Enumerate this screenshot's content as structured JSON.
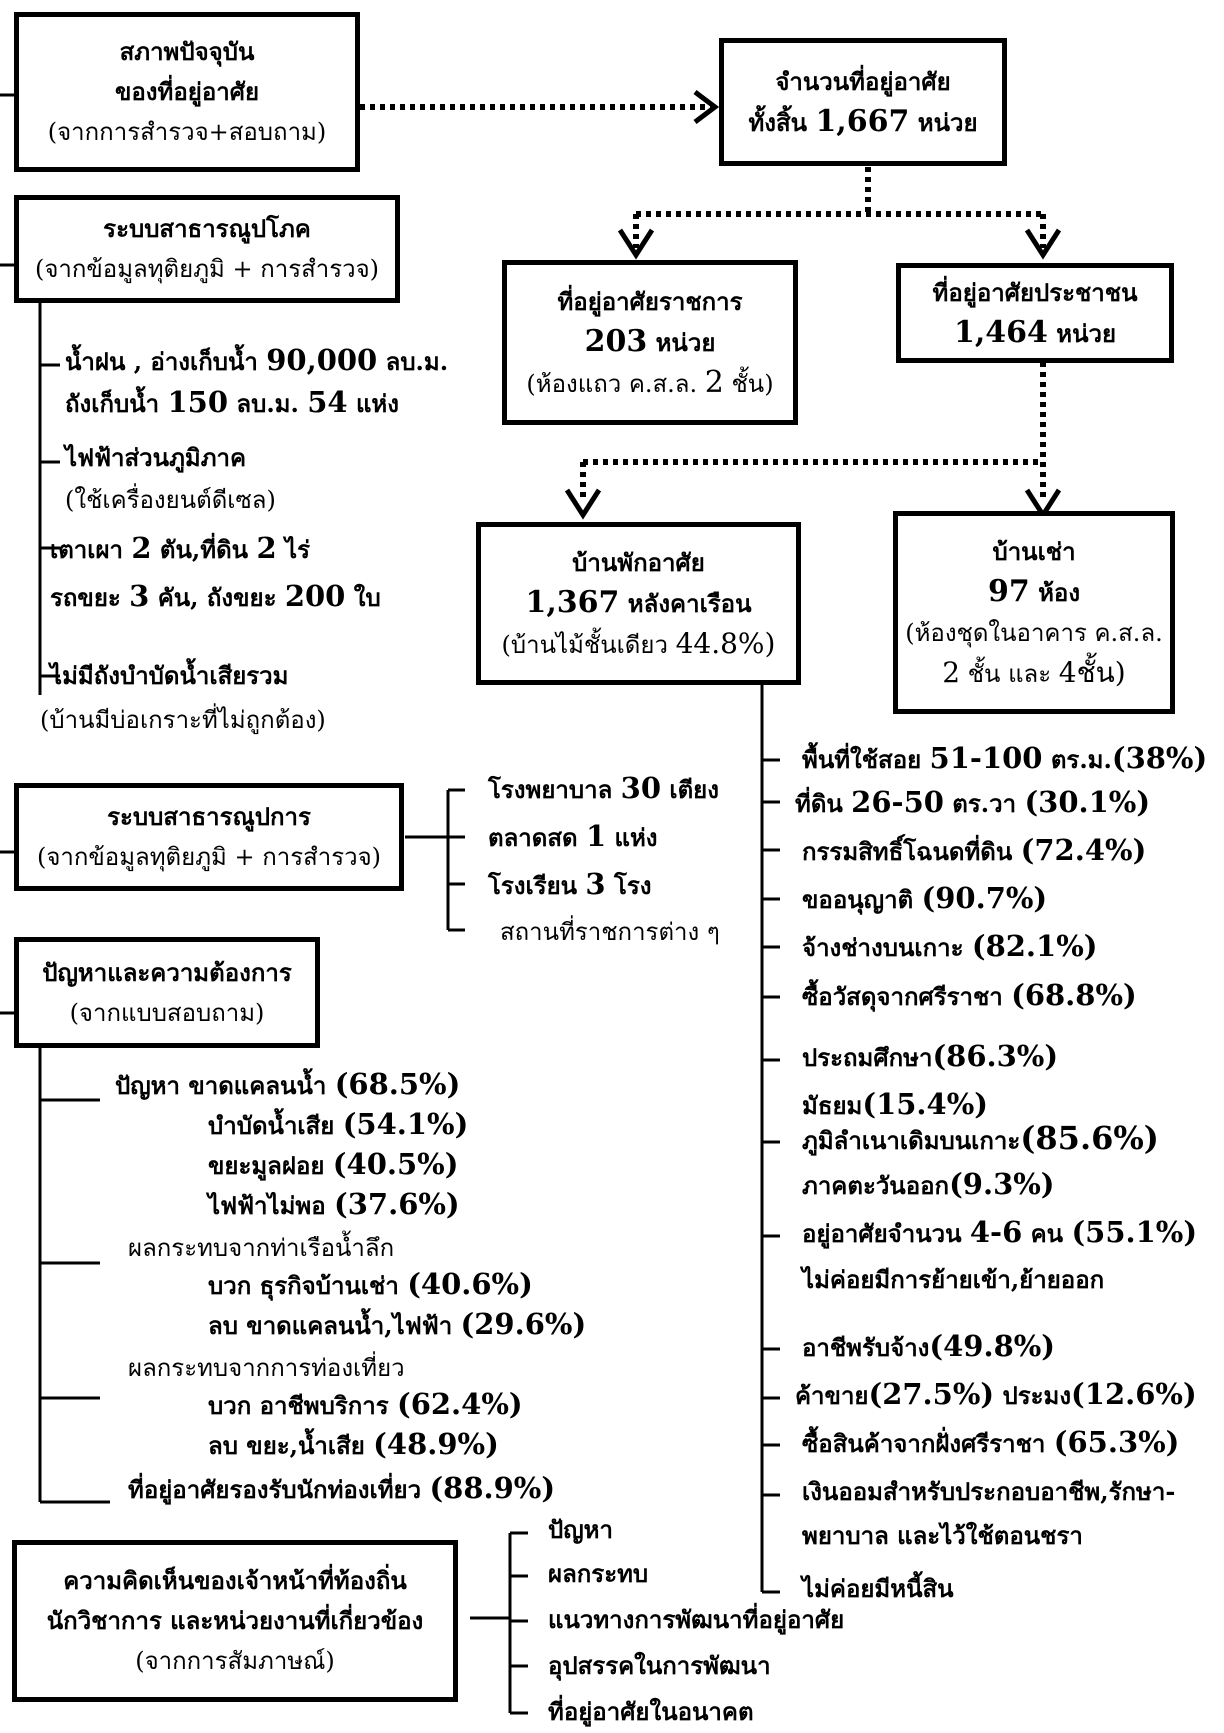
{
  "boxes": {
    "current": {
      "l1": "สภาพปัจจุบัน",
      "l2": "ของที่อยู่อาศัย",
      "l3": "(จากการสำรวจ+สอบถาม)"
    },
    "total": {
      "l1": "จำนวนที่อยู่อาศัย",
      "l2a": "ทั้งสิ้น",
      "l2b": "1,667",
      "l2c": "หน่วย"
    },
    "utilities": {
      "l1": "ระบบสาธารณูปโภค",
      "l2": "(จากข้อมูลทุติยภูมิ + การสำรวจ)"
    },
    "gov": {
      "l1": "ที่อยู่อาศัยราชการ",
      "l2a": "203",
      "l2b": "หน่วย",
      "l3a": "(ห้องแถว ค.ส.ล.",
      "l3b": "2",
      "l3c": "ชั้น)"
    },
    "people": {
      "l1": "ที่อยู่อาศัยประชาชน",
      "l2a": "1,464",
      "l2b": "หน่วย"
    },
    "resid": {
      "l1": "บ้านพักอาศัย",
      "l2a": "1,367",
      "l2b": "หลังคาเรือน",
      "l3a": "(บ้านไม้ชั้นเดียว",
      "l3b": "44.8%)"
    },
    "rent": {
      "l1": "บ้านเช่า",
      "l2a": "97",
      "l2b": "ห้อง",
      "l3": "(ห้องชุดในอาคาร ค.ส.ล.",
      "l4a": "2",
      "l4b": "ชั้น และ",
      "l4c": "4ชั้น)"
    },
    "facilities": {
      "l1": "ระบบสาธารณูปการ",
      "l2": "(จากข้อมูลทุติยภูมิ + การสำรวจ)"
    },
    "problems": {
      "l1": "ปัญหาและความต้องการ",
      "l2": "(จากแบบสอบถาม)"
    },
    "opinion": {
      "l1": "ความคิดเห็นของเจ้าหน้าที่ท้องถิ่น",
      "l2": "นักวิชาการ และหน่วยงานที่เกี่ยวข้อง",
      "l3": "(จากการสัมภาษณ์)"
    }
  },
  "utilities_items": {
    "u1a": "น้ำฝน , อ่างเก็บน้ำ",
    "u1b": "90,000",
    "u1c": "ลบ.ม.",
    "u2a": "ถังเก็บน้ำ",
    "u2b": "150",
    "u2c": "ลบ.ม.",
    "u2d": "54",
    "u2e": "แห่ง",
    "u3": "ไฟฟ้าส่วนภูมิภาค",
    "u4": "(ใช้เครื่องยนต์ดีเซล)",
    "u5a": "เตาเผา",
    "u5b": "2",
    "u5c": "ตัน,ที่ดิน",
    "u5d": "2",
    "u5e": "ไร่",
    "u6a": "รถขยะ",
    "u6b": "3",
    "u6c": "คัน, ถังขยะ",
    "u6d": "200",
    "u6e": "ใบ",
    "u7": "ไม่มีถังบำบัดน้ำเสียรวม",
    "u8": "(บ้านมีบ่อเกราะที่ไม่ถูกต้อง)"
  },
  "facility_items": {
    "f1a": "โรงพยาบาล",
    "f1b": "30",
    "f1c": "เตียง",
    "f2a": "ตลาดสด",
    "f2b": "1",
    "f2c": "แห่ง",
    "f3a": "โรงเรียน",
    "f3b": "3",
    "f3c": "โรง",
    "f4": "สถานที่ราชการต่าง ๆ"
  },
  "problem_items": {
    "p1a": "ปัญหา ขาดแคลนน้ำ",
    "p1b": "(68.5%)",
    "p2a": "บำบัดน้ำเสีย",
    "p2b": "(54.1%)",
    "p3a": "ขยะมูลฝอย",
    "p3b": "(40.5%)",
    "p4a": "ไฟฟ้าไม่พอ",
    "p4b": "(37.6%)",
    "p5": "ผลกระทบจากท่าเรือน้ำลึก",
    "p6a": "บวก ธุรกิจบ้านเช่า",
    "p6b": "(40.6%)",
    "p7a": "ลบ ขาดแคลนน้ำ,ไฟฟ้า",
    "p7b": "(29.6%)",
    "p8": "ผลกระทบจากการท่องเที่ยว",
    "p9a": "บวก อาชีพบริการ",
    "p9b": "(62.4%)",
    "p10a": "ลบ ขยะ,น้ำเสีย",
    "p10b": "(48.9%)",
    "p11a": "ที่อยู่อาศัยรองรับนักท่องเที่ยว",
    "p11b": "(88.9%)"
  },
  "resid_items": {
    "r1a": "พื้นที่ใช้สอย",
    "r1b": "51-100",
    "r1c": "ตร.ม.",
    "r1d": "(38%)",
    "r2a": "ที่ดิน",
    "r2b": "26-50",
    "r2c": "ตร.วา",
    "r2d": "(30.1%)",
    "r3a": "กรรมสิทธิ์โฉนดที่ดิน",
    "r3b": "(72.4%)",
    "r4a": "ขออนุญาติ",
    "r4b": "(90.7%)",
    "r5a": "จ้างช่างบนเกาะ",
    "r5b": "(82.1%)",
    "r6a": "ซื้อวัสดุจากศรีราชา",
    "r6b": "(68.8%)",
    "r7a": "ประถมศึกษา",
    "r7b": "(86.3%)",
    "r8a": "มัธยม",
    "r8b": "(15.4%)",
    "r9a": "ภูมิลำเนาเดิมบนเกาะ",
    "r9b": "(85.6%)",
    "r10a": "ภาคตะวันออก",
    "r10b": "(9.3%)",
    "r11a": "อยู่อาศัยจำนวน",
    "r11b": "4-6",
    "r11c": "คน",
    "r11d": "(55.1%)",
    "r12": "ไม่ค่อยมีการย้ายเข้า,ย้ายออก",
    "r13a": "อาชีพรับจ้าง",
    "r13b": "(49.8%)",
    "r14a": "ค้าขาย",
    "r14b": "(27.5%)",
    "r14c": "ประมง",
    "r14d": "(12.6%)",
    "r15a": "ซื้อสินค้าจากฝั่งศรีราชา",
    "r15b": "(65.3%)",
    "r16": "เงินออมสำหรับประกอบอาชีพ,รักษา-",
    "r17": "พยาบาล และไว้ใช้ตอนชรา",
    "r18": "ไม่ค่อยมีหนี้สิน"
  },
  "opinion_items": {
    "o1": "ปัญหา",
    "o2": "ผลกระทบ",
    "o3": "แนวทางการพัฒนาที่อยู่อาศัย",
    "o4": "อุปสรรคในการพัฒนา",
    "o5": "ที่อยู่อาศัยในอนาคต"
  }
}
